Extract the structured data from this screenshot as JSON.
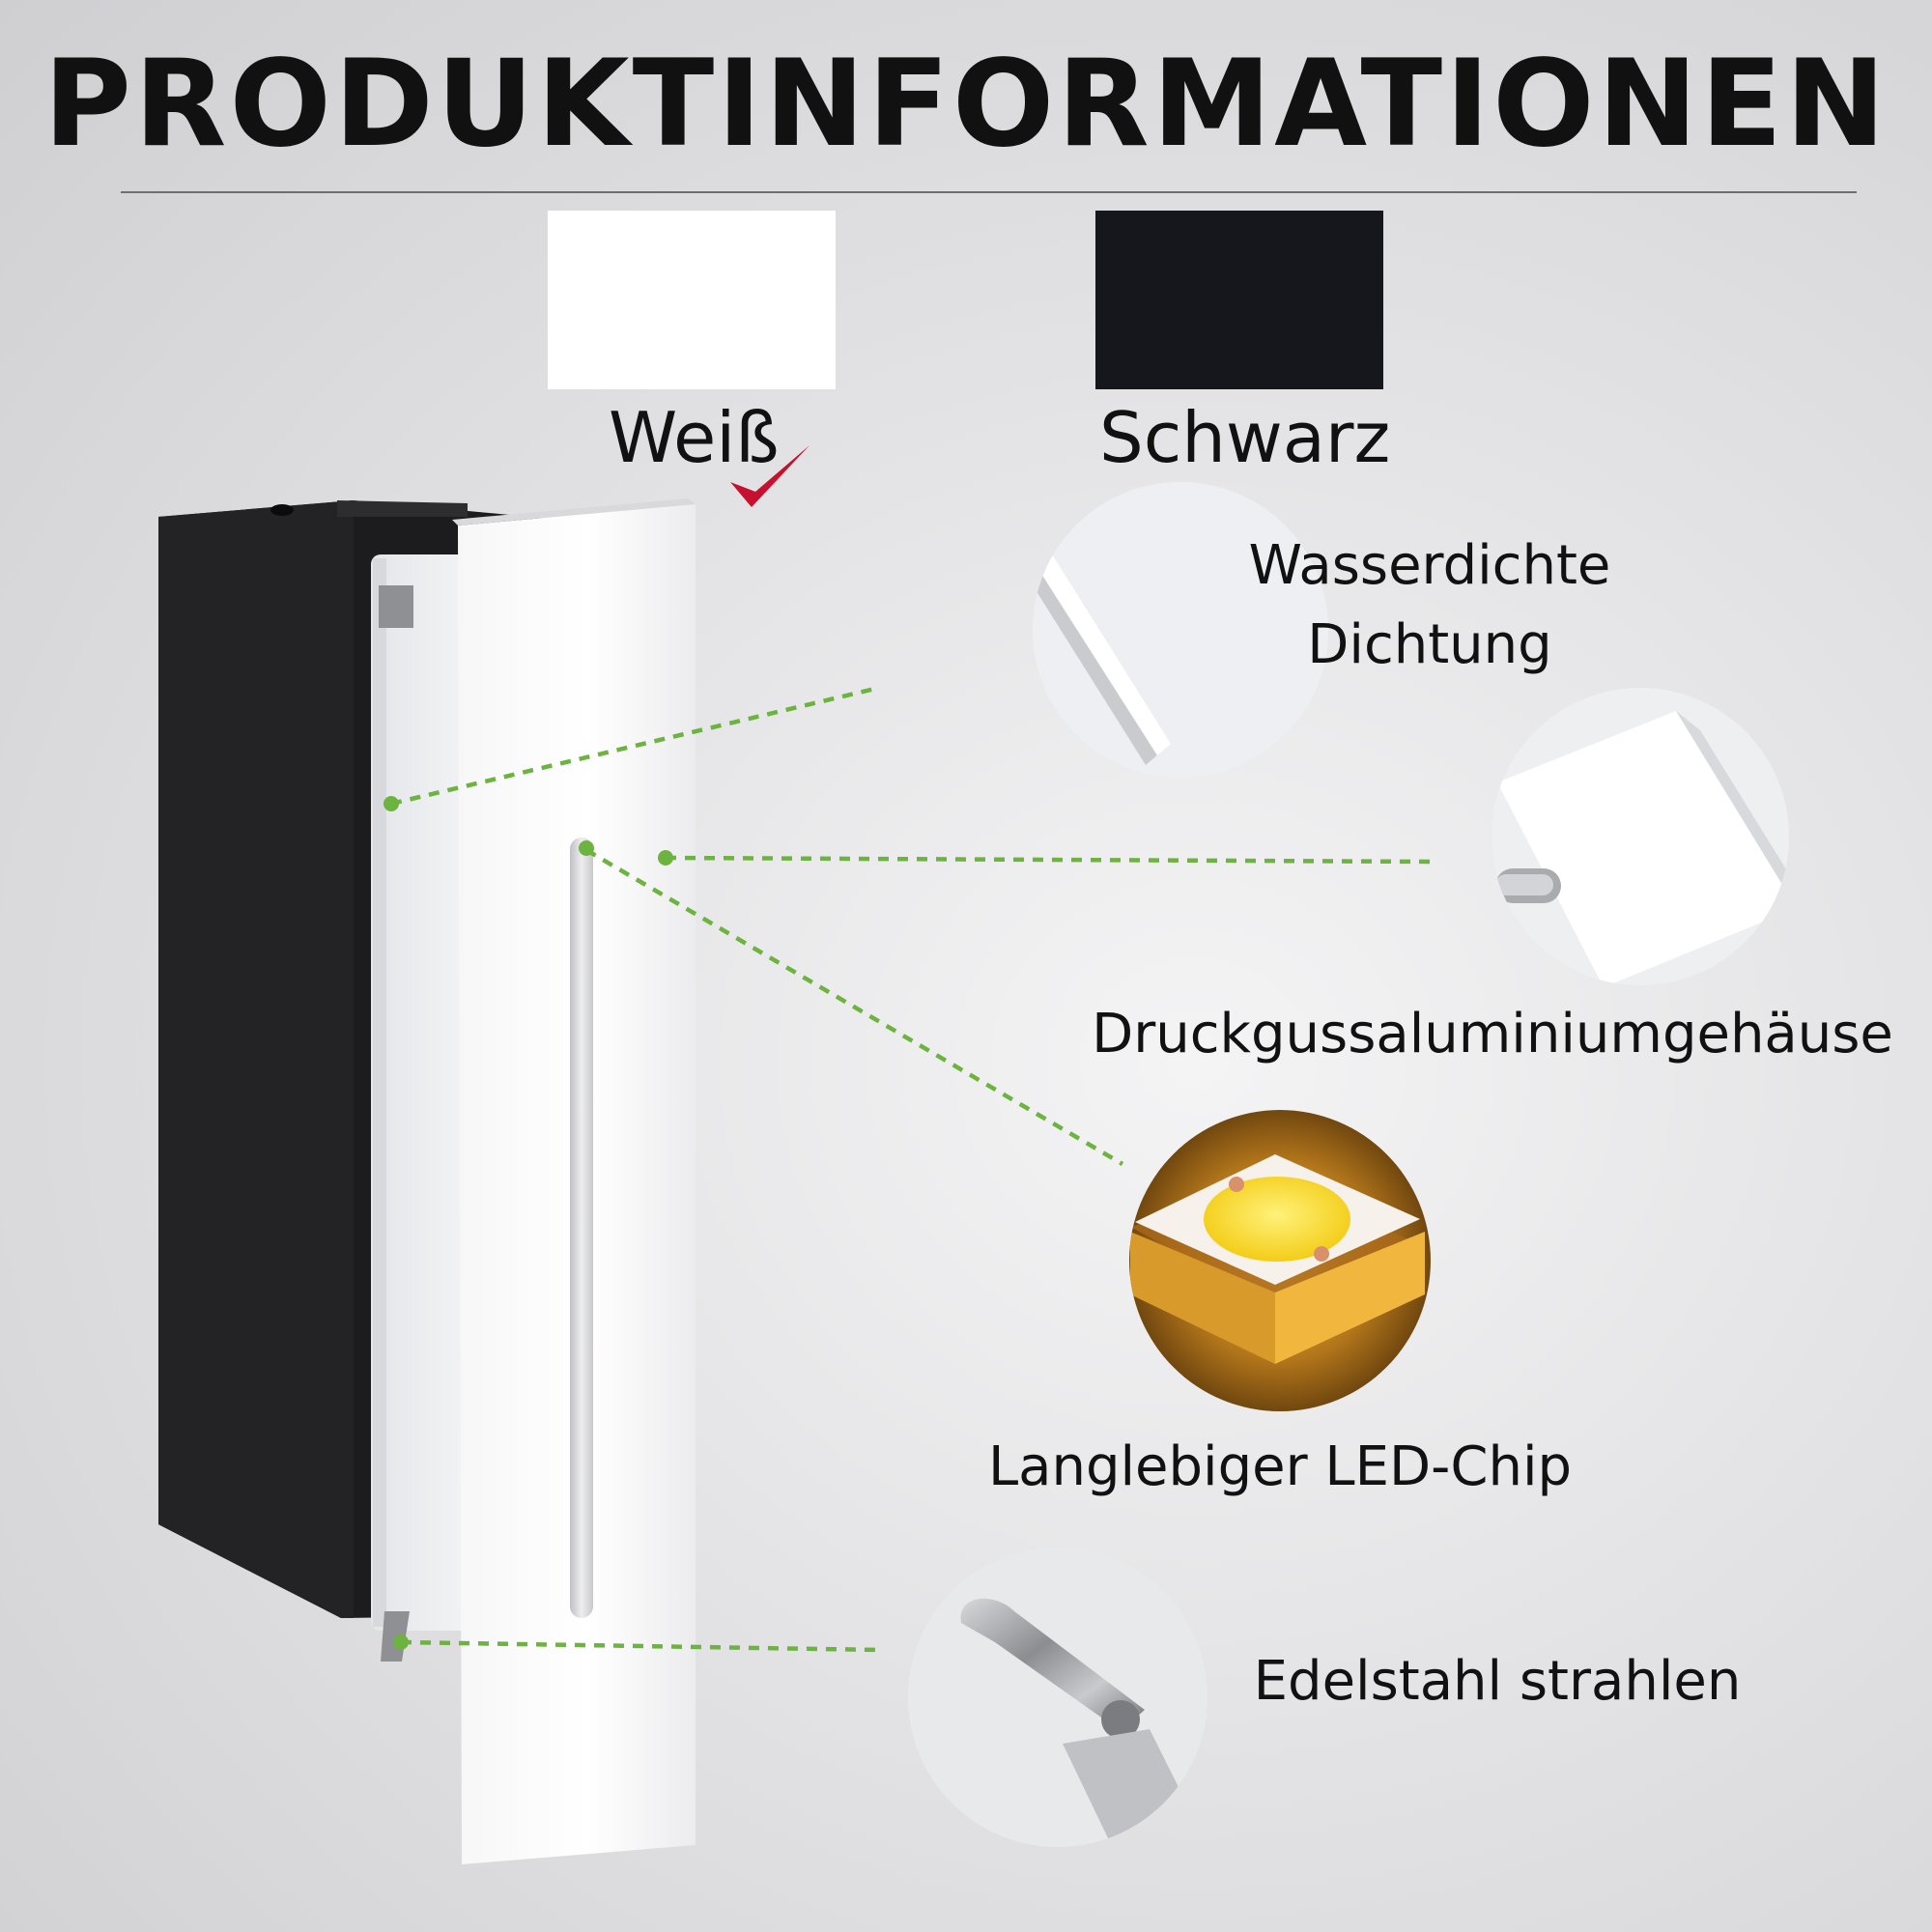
{
  "header": {
    "title": "PRODUKTINFORMATIONEN"
  },
  "color_options": [
    {
      "label": "Weiß",
      "swatch_color": "#ffffff",
      "selected": true
    },
    {
      "label": "Schwarz",
      "swatch_color": "#16161d",
      "selected": false
    }
  ],
  "accent_color": "#6db33f",
  "check_color": "#c8102e",
  "features": [
    {
      "label_line1": "Wasserdichte",
      "label_line2": "Dichtung",
      "icon": "seal-closeup"
    },
    {
      "label": "Druckgussaluminiumgehäuse",
      "icon": "housing-closeup"
    },
    {
      "label": "Langlebiger LED-Chip",
      "icon": "led-chip"
    },
    {
      "label": "Edelstahl strahlen",
      "icon": "steel-bracket-closeup"
    }
  ]
}
